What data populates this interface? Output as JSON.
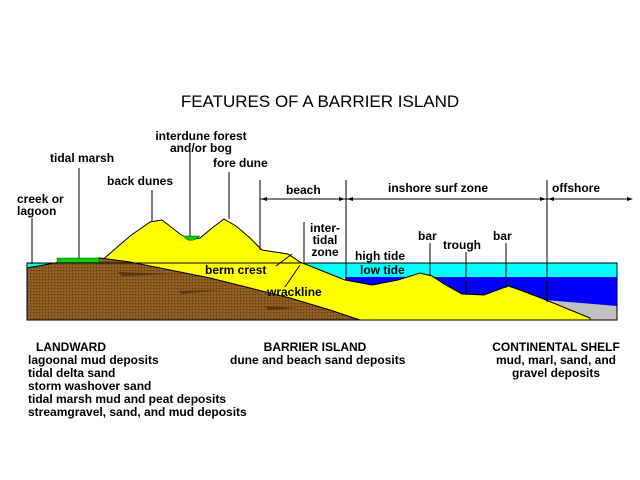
{
  "title": "FEATURES OF A BARRIER ISLAND",
  "labels": {
    "creek_or_lagoon": [
      "creek or",
      "lagoon"
    ],
    "tidal_marsh": "tidal marsh",
    "back_dunes": "back dunes",
    "interdune_forest": [
      "interdune forest",
      "and/or bog"
    ],
    "fore_dune": "fore dune",
    "beach": "beach",
    "inshore_surf_zone": "inshore surf zone",
    "offshore": "offshore",
    "intertidal_zone": [
      "inter-",
      "tidal",
      "zone"
    ],
    "high_tide": "high tide",
    "low_tide": "low tide",
    "bar_1": "bar",
    "trough": "trough",
    "bar_2": "bar",
    "berm_crest": "berm crest",
    "wrackline": "wrackline"
  },
  "sections": {
    "landward": {
      "heading": "LANDWARD",
      "items": [
        "lagoonal mud deposits",
        "tidal delta sand",
        "storm washover sand",
        "tidal marsh mud and peat deposits",
        "streamgravel, sand, and mud deposits"
      ]
    },
    "barrier_island": {
      "heading": "BARRIER ISLAND",
      "items": [
        "dune and beach sand deposits"
      ]
    },
    "continental_shelf": {
      "heading": "CONTINENTAL SHELF",
      "items": [
        "mud, marl, sand, and",
        "gravel deposits"
      ]
    }
  },
  "colors": {
    "sand": "#ffff00",
    "high_water": "#00ffff",
    "deep_water": "#0000ff",
    "ground": "#8b5a1e",
    "vegetation": "#00cc00",
    "shelf": "#c0c0c0"
  }
}
